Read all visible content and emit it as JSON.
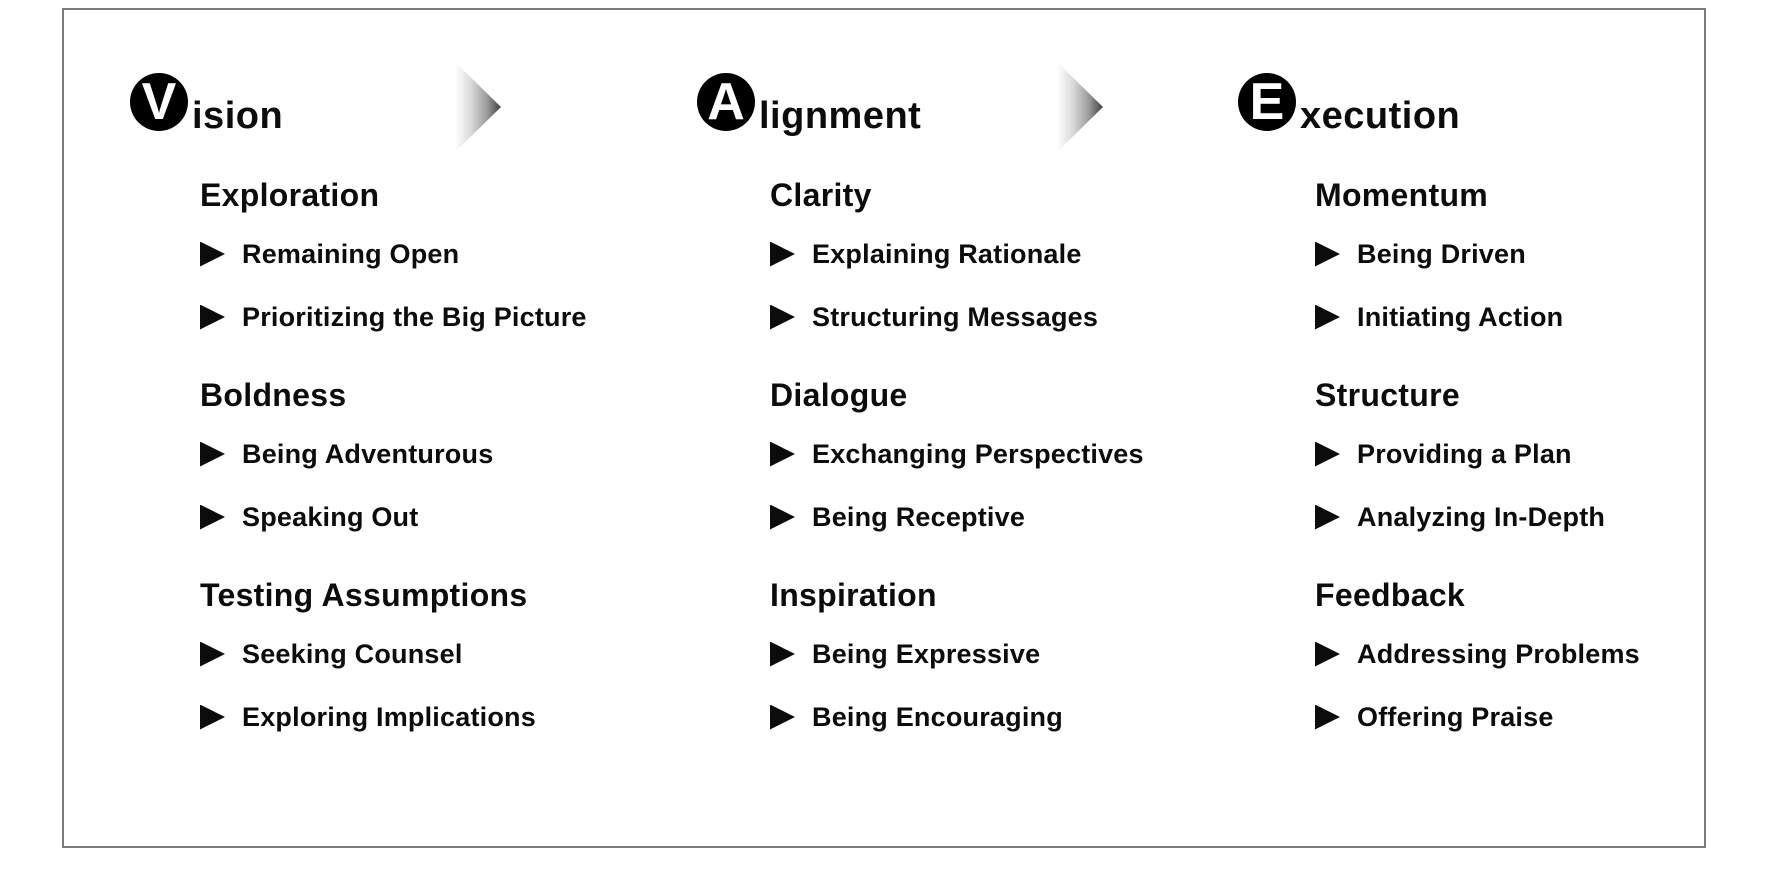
{
  "title": "Vision Alignment Execution framework diagram",
  "colors": {
    "background": "#ffffff",
    "text": "#0c0c0c",
    "badge_bg": "#000000",
    "badge_letter": "#ffffff",
    "frame_border": "#7b7b7b",
    "arrow_tip": "#3f3f3f"
  },
  "icons": {
    "flow_arrow": "gradient-right-arrow",
    "bullet": "right-triangle-bullet"
  },
  "columns": [
    {
      "letter": "V",
      "rest": "ision",
      "sections": [
        {
          "title": "Exploration",
          "items": [
            "Remaining Open",
            "Prioritizing the Big Picture"
          ]
        },
        {
          "title": "Boldness",
          "items": [
            "Being Adventurous",
            "Speaking Out"
          ]
        },
        {
          "title": "Testing Assumptions",
          "items": [
            "Seeking Counsel",
            "Exploring Implications"
          ]
        }
      ]
    },
    {
      "letter": "A",
      "rest": "lignment",
      "sections": [
        {
          "title": "Clarity",
          "items": [
            "Explaining Rationale",
            "Structuring Messages"
          ]
        },
        {
          "title": "Dialogue",
          "items": [
            "Exchanging Perspectives",
            "Being Receptive"
          ]
        },
        {
          "title": "Inspiration",
          "items": [
            "Being Expressive",
            "Being Encouraging"
          ]
        }
      ]
    },
    {
      "letter": "E",
      "rest": "xecution",
      "sections": [
        {
          "title": "Momentum",
          "items": [
            "Being Driven",
            "Initiating Action"
          ]
        },
        {
          "title": "Structure",
          "items": [
            "Providing a Plan",
            "Analyzing In-Depth"
          ]
        },
        {
          "title": "Feedback",
          "items": [
            "Addressing Problems",
            "Offering Praise"
          ]
        }
      ]
    }
  ]
}
